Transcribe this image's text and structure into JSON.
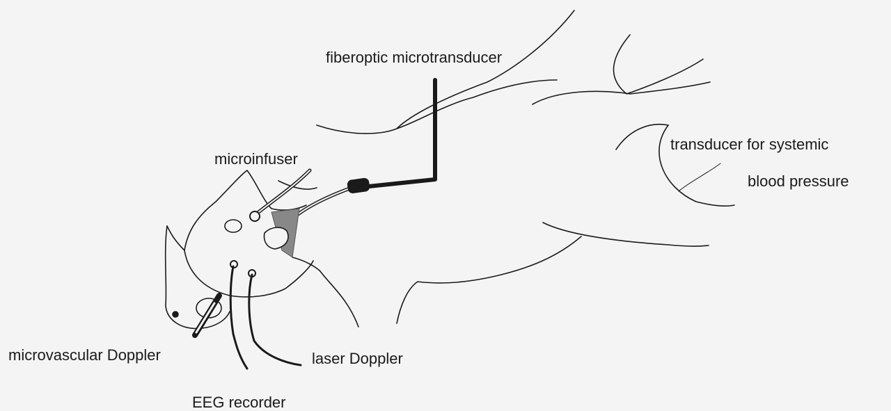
{
  "diagram": {
    "labels": {
      "fiberoptic": "fiberoptic microtransducer",
      "microinfuser": "microinfuser",
      "transducer_line1": "transducer for systemic",
      "transducer_line2": "blood pressure",
      "microvascular": "microvascular Doppler",
      "laser": "laser Doppler",
      "eeg": "EEG recorder"
    }
  },
  "colors": {
    "background": "#f4f4f4",
    "line": "#1a1a1a"
  }
}
